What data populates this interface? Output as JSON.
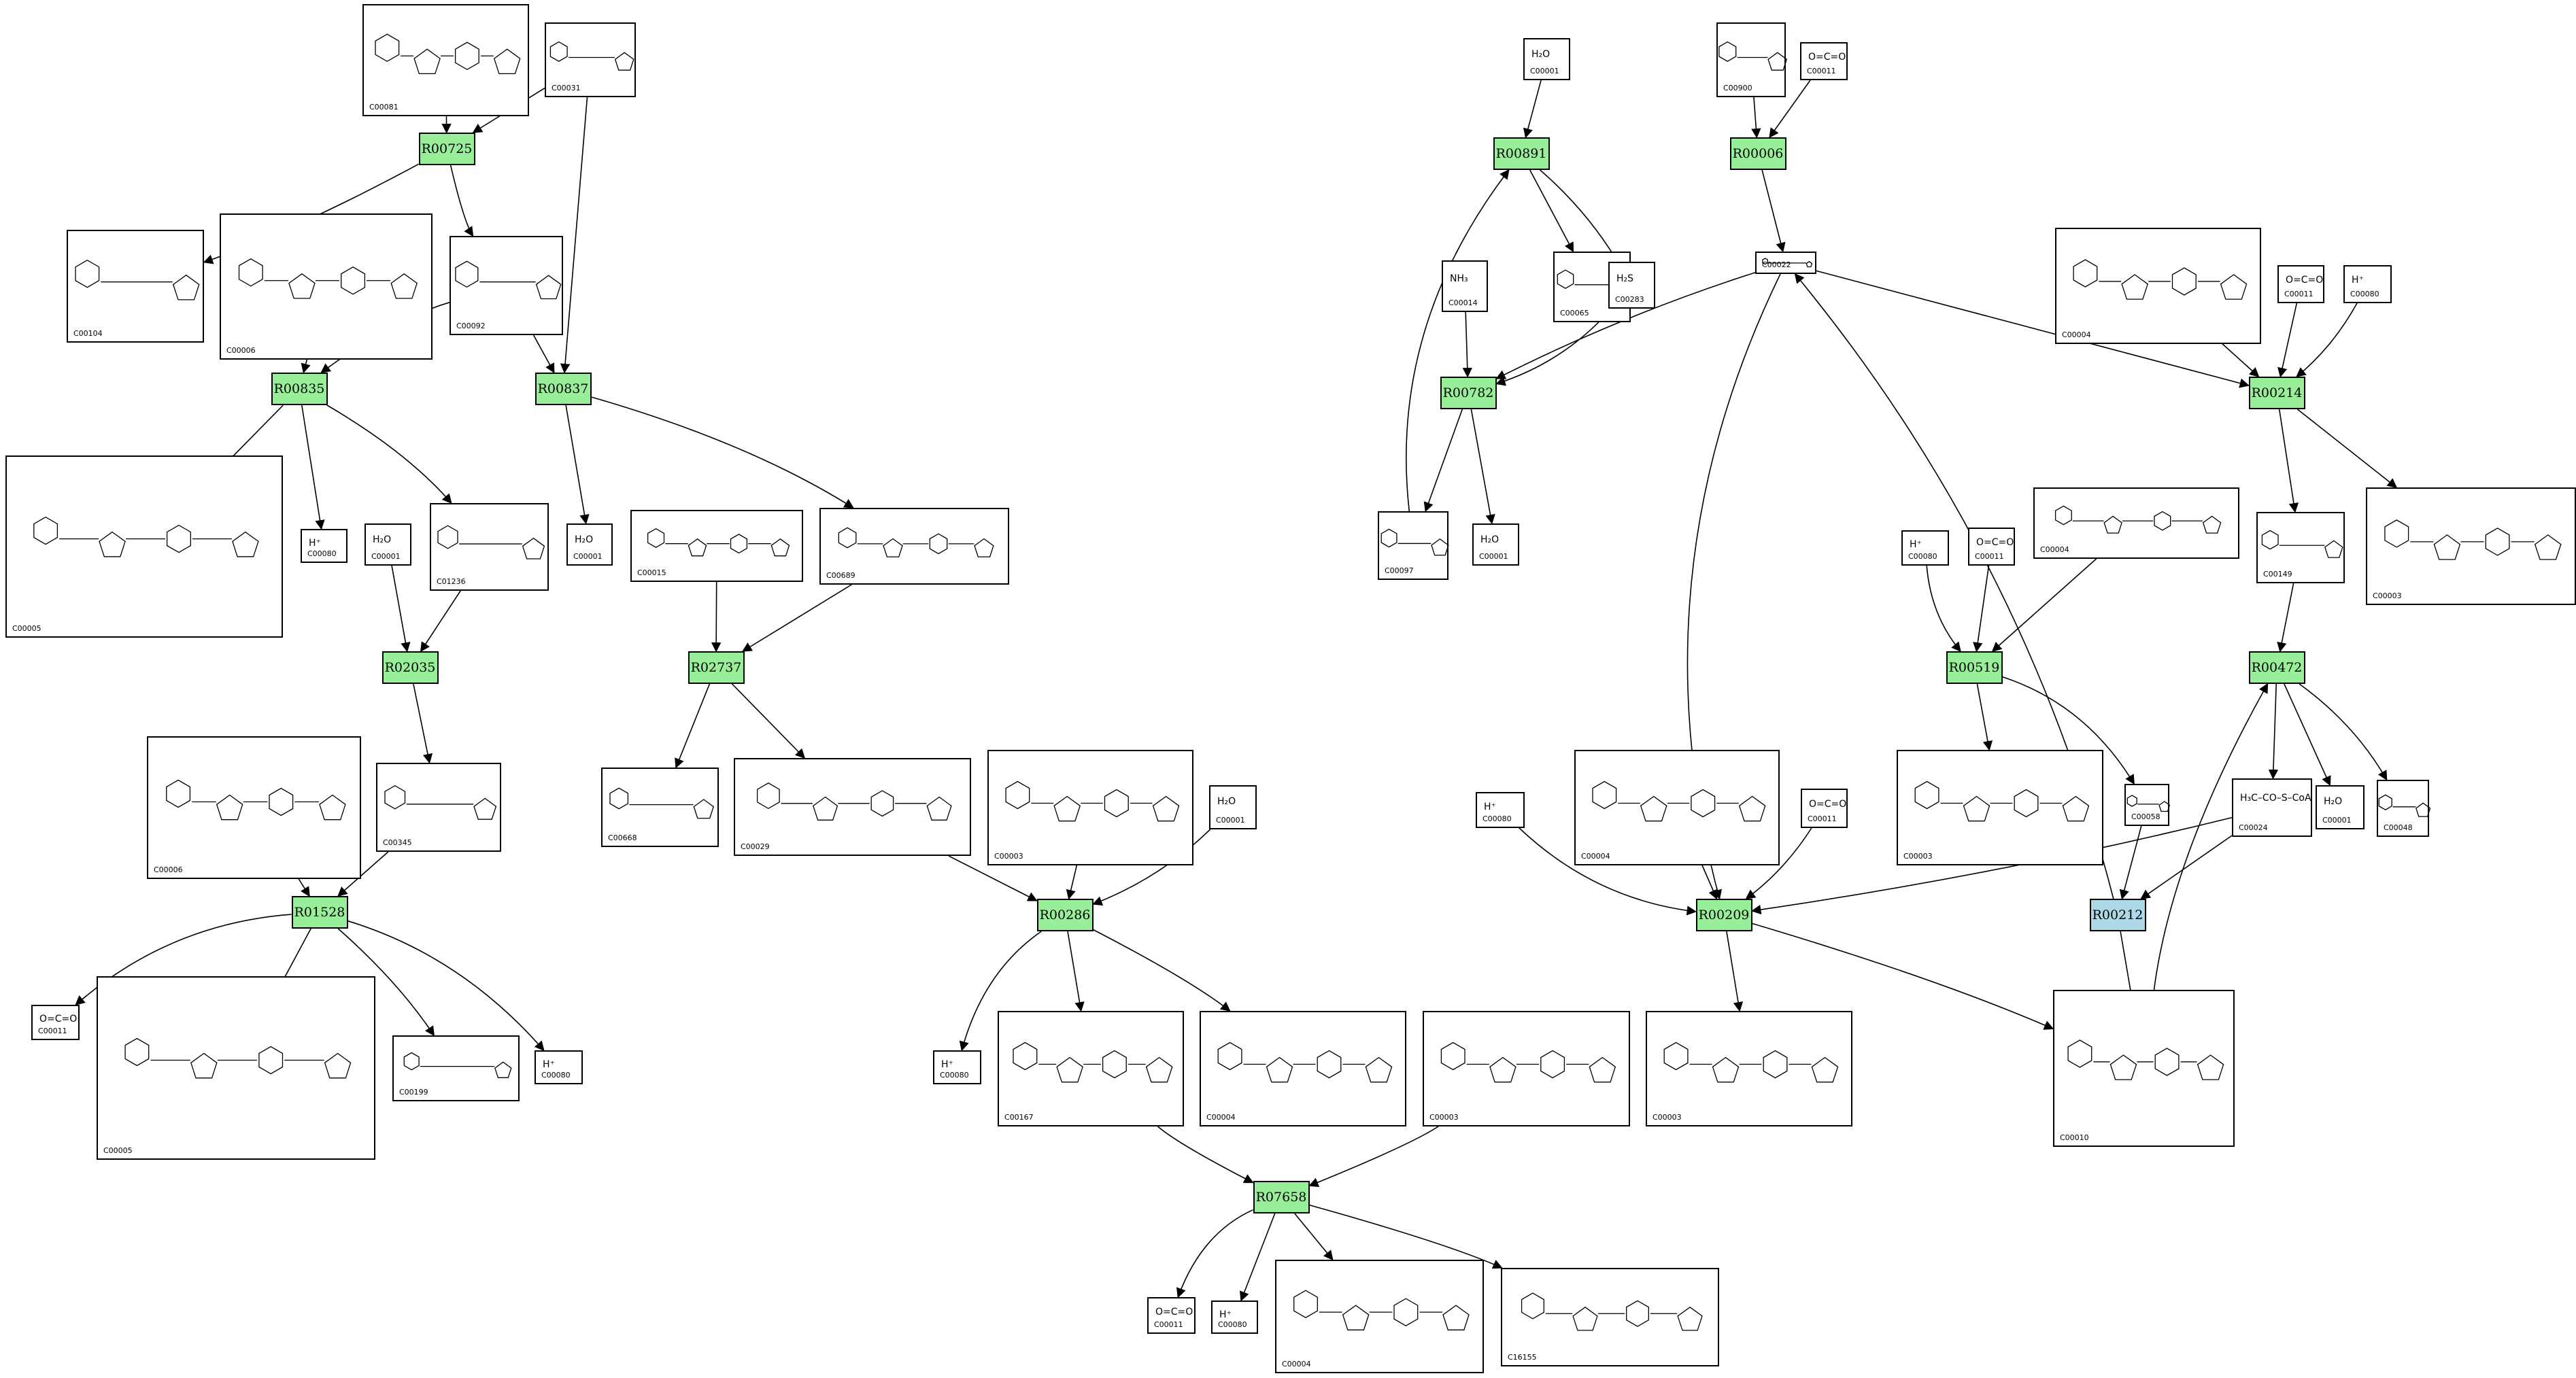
{
  "colors": {
    "reaction": "#99ef99",
    "reaction_highlight": "#add8e6",
    "stroke": "#000000"
  },
  "reactions": [
    {
      "id": "R00725",
      "highlight": false
    },
    {
      "id": "R00835",
      "highlight": false
    },
    {
      "id": "R00837",
      "highlight": false
    },
    {
      "id": "R02035",
      "highlight": false
    },
    {
      "id": "R02737",
      "highlight": false
    },
    {
      "id": "R01528",
      "highlight": false
    },
    {
      "id": "R00286",
      "highlight": false
    },
    {
      "id": "R07658",
      "highlight": false
    },
    {
      "id": "R00891",
      "highlight": false
    },
    {
      "id": "R00006",
      "highlight": false
    },
    {
      "id": "R00782",
      "highlight": false
    },
    {
      "id": "R00214",
      "highlight": false
    },
    {
      "id": "R00519",
      "highlight": false
    },
    {
      "id": "R00472",
      "highlight": false
    },
    {
      "id": "R00209",
      "highlight": false
    },
    {
      "id": "R00212",
      "highlight": true
    }
  ],
  "compounds": [
    {
      "key": "c_C00081",
      "label": "C00081"
    },
    {
      "key": "c_C00031a",
      "label": "C00031"
    },
    {
      "key": "c_C00104",
      "label": "C00104"
    },
    {
      "key": "c_C00006a",
      "label": "C00006"
    },
    {
      "key": "c_C00092",
      "label": "C00092"
    },
    {
      "key": "c_C00005a",
      "label": "C00005"
    },
    {
      "key": "c_C00080a",
      "label": "C00080",
      "formula": "H⁺"
    },
    {
      "key": "c_C00001a",
      "label": "C00001",
      "formula": "H₂O"
    },
    {
      "key": "c_C01236",
      "label": "C01236"
    },
    {
      "key": "c_C00001b",
      "label": "C00001",
      "formula": "H₂O"
    },
    {
      "key": "c_C00015",
      "label": "C00015"
    },
    {
      "key": "c_C00689",
      "label": "C00689"
    },
    {
      "key": "c_C00006b",
      "label": "C00006"
    },
    {
      "key": "c_C00345",
      "label": "C00345"
    },
    {
      "key": "c_C00668",
      "label": "C00668"
    },
    {
      "key": "c_C00029",
      "label": "C00029"
    },
    {
      "key": "c_C00003a",
      "label": "C00003"
    },
    {
      "key": "c_C00001c",
      "label": "C00001",
      "formula": "H₂O"
    },
    {
      "key": "c_C00011a",
      "label": "C00011",
      "formula": "O=C=O"
    },
    {
      "key": "c_C00005b",
      "label": "C00005"
    },
    {
      "key": "c_C00199",
      "label": "C00199"
    },
    {
      "key": "c_C00080b",
      "label": "C00080",
      "formula": "H⁺"
    },
    {
      "key": "c_C00080c",
      "label": "C00080",
      "formula": "H⁺"
    },
    {
      "key": "c_C00167",
      "label": "C00167"
    },
    {
      "key": "c_C00004a",
      "label": "C00004"
    },
    {
      "key": "c_C00003b",
      "label": "C00003"
    },
    {
      "key": "c_C00003c",
      "label": "C00003"
    },
    {
      "key": "c_C00010",
      "label": "C00010"
    },
    {
      "key": "c_C00011b",
      "label": "C00011",
      "formula": "O=C=O"
    },
    {
      "key": "c_C00080d",
      "label": "C00080",
      "formula": "H⁺"
    },
    {
      "key": "c_C00004b",
      "label": "C00004"
    },
    {
      "key": "c_C16155",
      "label": "C16155"
    },
    {
      "key": "c_C00001d",
      "label": "C00001",
      "formula": "H₂O"
    },
    {
      "key": "c_C00900",
      "label": "C00900"
    },
    {
      "key": "c_C00011c",
      "label": "C00011",
      "formula": "O=C=O"
    },
    {
      "key": "c_C00014",
      "label": "C00014",
      "formula": "NH₃"
    },
    {
      "key": "c_C00065",
      "label": "C00065"
    },
    {
      "key": "c_C00283",
      "label": "C00283",
      "formula": "H₂S"
    },
    {
      "key": "c_C00022",
      "label": "C00022"
    },
    {
      "key": "c_C00097",
      "label": "C00097"
    },
    {
      "key": "c_C00001e",
      "label": "C00001",
      "formula": "H₂O"
    },
    {
      "key": "c_C00004c",
      "label": "C00004"
    },
    {
      "key": "c_C00011d",
      "label": "C00011",
      "formula": "O=C=O"
    },
    {
      "key": "c_C00080e",
      "label": "C00080",
      "formula": "H⁺"
    },
    {
      "key": "c_C00080f",
      "label": "C00080",
      "formula": "H⁺"
    },
    {
      "key": "c_C00011e",
      "label": "C00011",
      "formula": "O=C=O"
    },
    {
      "key": "c_C00004d",
      "label": "C00004"
    },
    {
      "key": "c_C00149",
      "label": "C00149"
    },
    {
      "key": "c_C00003d",
      "label": "C00003"
    },
    {
      "key": "c_C00003e",
      "label": "C00003"
    },
    {
      "key": "c_C00058",
      "label": "C00058"
    },
    {
      "key": "c_C00024",
      "label": "C00024",
      "formula": "H₃C–CO–S–CoA"
    },
    {
      "key": "c_C00001f",
      "label": "C00001",
      "formula": "H₂O"
    },
    {
      "key": "c_C00048",
      "label": "C00048"
    },
    {
      "key": "c_C00080g",
      "label": "C00080",
      "formula": "H⁺"
    },
    {
      "key": "c_C00004e",
      "label": "C00004"
    },
    {
      "key": "c_C00011f",
      "label": "C00011",
      "formula": "O=C=O"
    }
  ]
}
